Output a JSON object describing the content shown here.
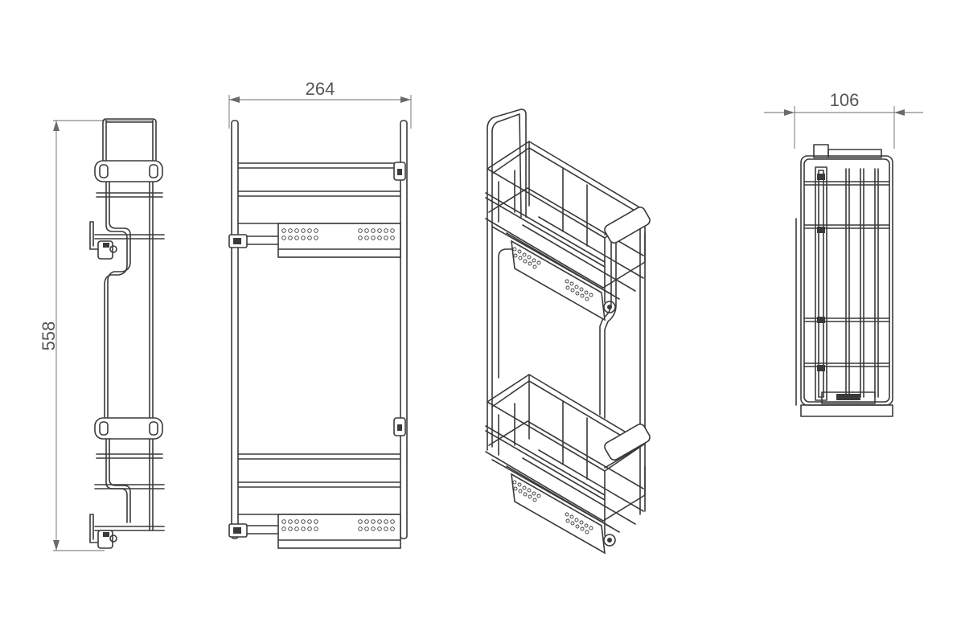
{
  "dimensions": {
    "height": "558",
    "width": "264",
    "depth": "106"
  },
  "views": {
    "side": "side-view",
    "front": "front-view",
    "iso": "isometric-view",
    "top": "top-view"
  }
}
